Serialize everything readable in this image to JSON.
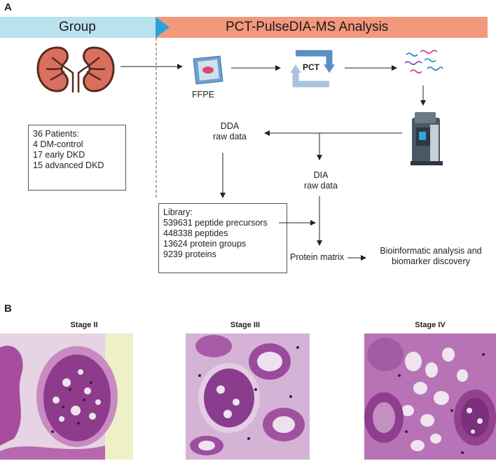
{
  "panel_a": {
    "letter": "A",
    "banner_group": "Group",
    "banner_analysis": "PCT-PulseDIA-MS Analysis",
    "ffpe_label": "FFPE",
    "pct_label": "PCT",
    "patients_box": [
      "36 Patients:",
      "4 DM-control",
      "17 early DKD",
      "15 advanced DKD"
    ],
    "dda_label": [
      "DDA",
      "raw data"
    ],
    "dia_label": [
      "DIA",
      "raw data"
    ],
    "library_box": [
      "Library:",
      "539631 peptide precursors",
      "448338 peptides",
      "13624 protein groups",
      "9239 proteins"
    ],
    "protein_matrix": "Protein matrix",
    "bioinformatic": [
      "Bioinformatic analysis and",
      "biomarker discovery"
    ]
  },
  "panel_b": {
    "letter": "B",
    "stages": [
      "Stage II",
      "Stage III",
      "Stage IV"
    ]
  },
  "colors": {
    "group_banner": "#b9e1ee",
    "analysis_banner": "#f2987d",
    "banner_arrow": "#2aa3d6",
    "kidney": "#d9705f",
    "kidney_outline": "#5a2a1e",
    "pct_dark": "#5b8fc4",
    "pct_light": "#a8c4df",
    "stain_purple": "#9b3f9a"
  }
}
